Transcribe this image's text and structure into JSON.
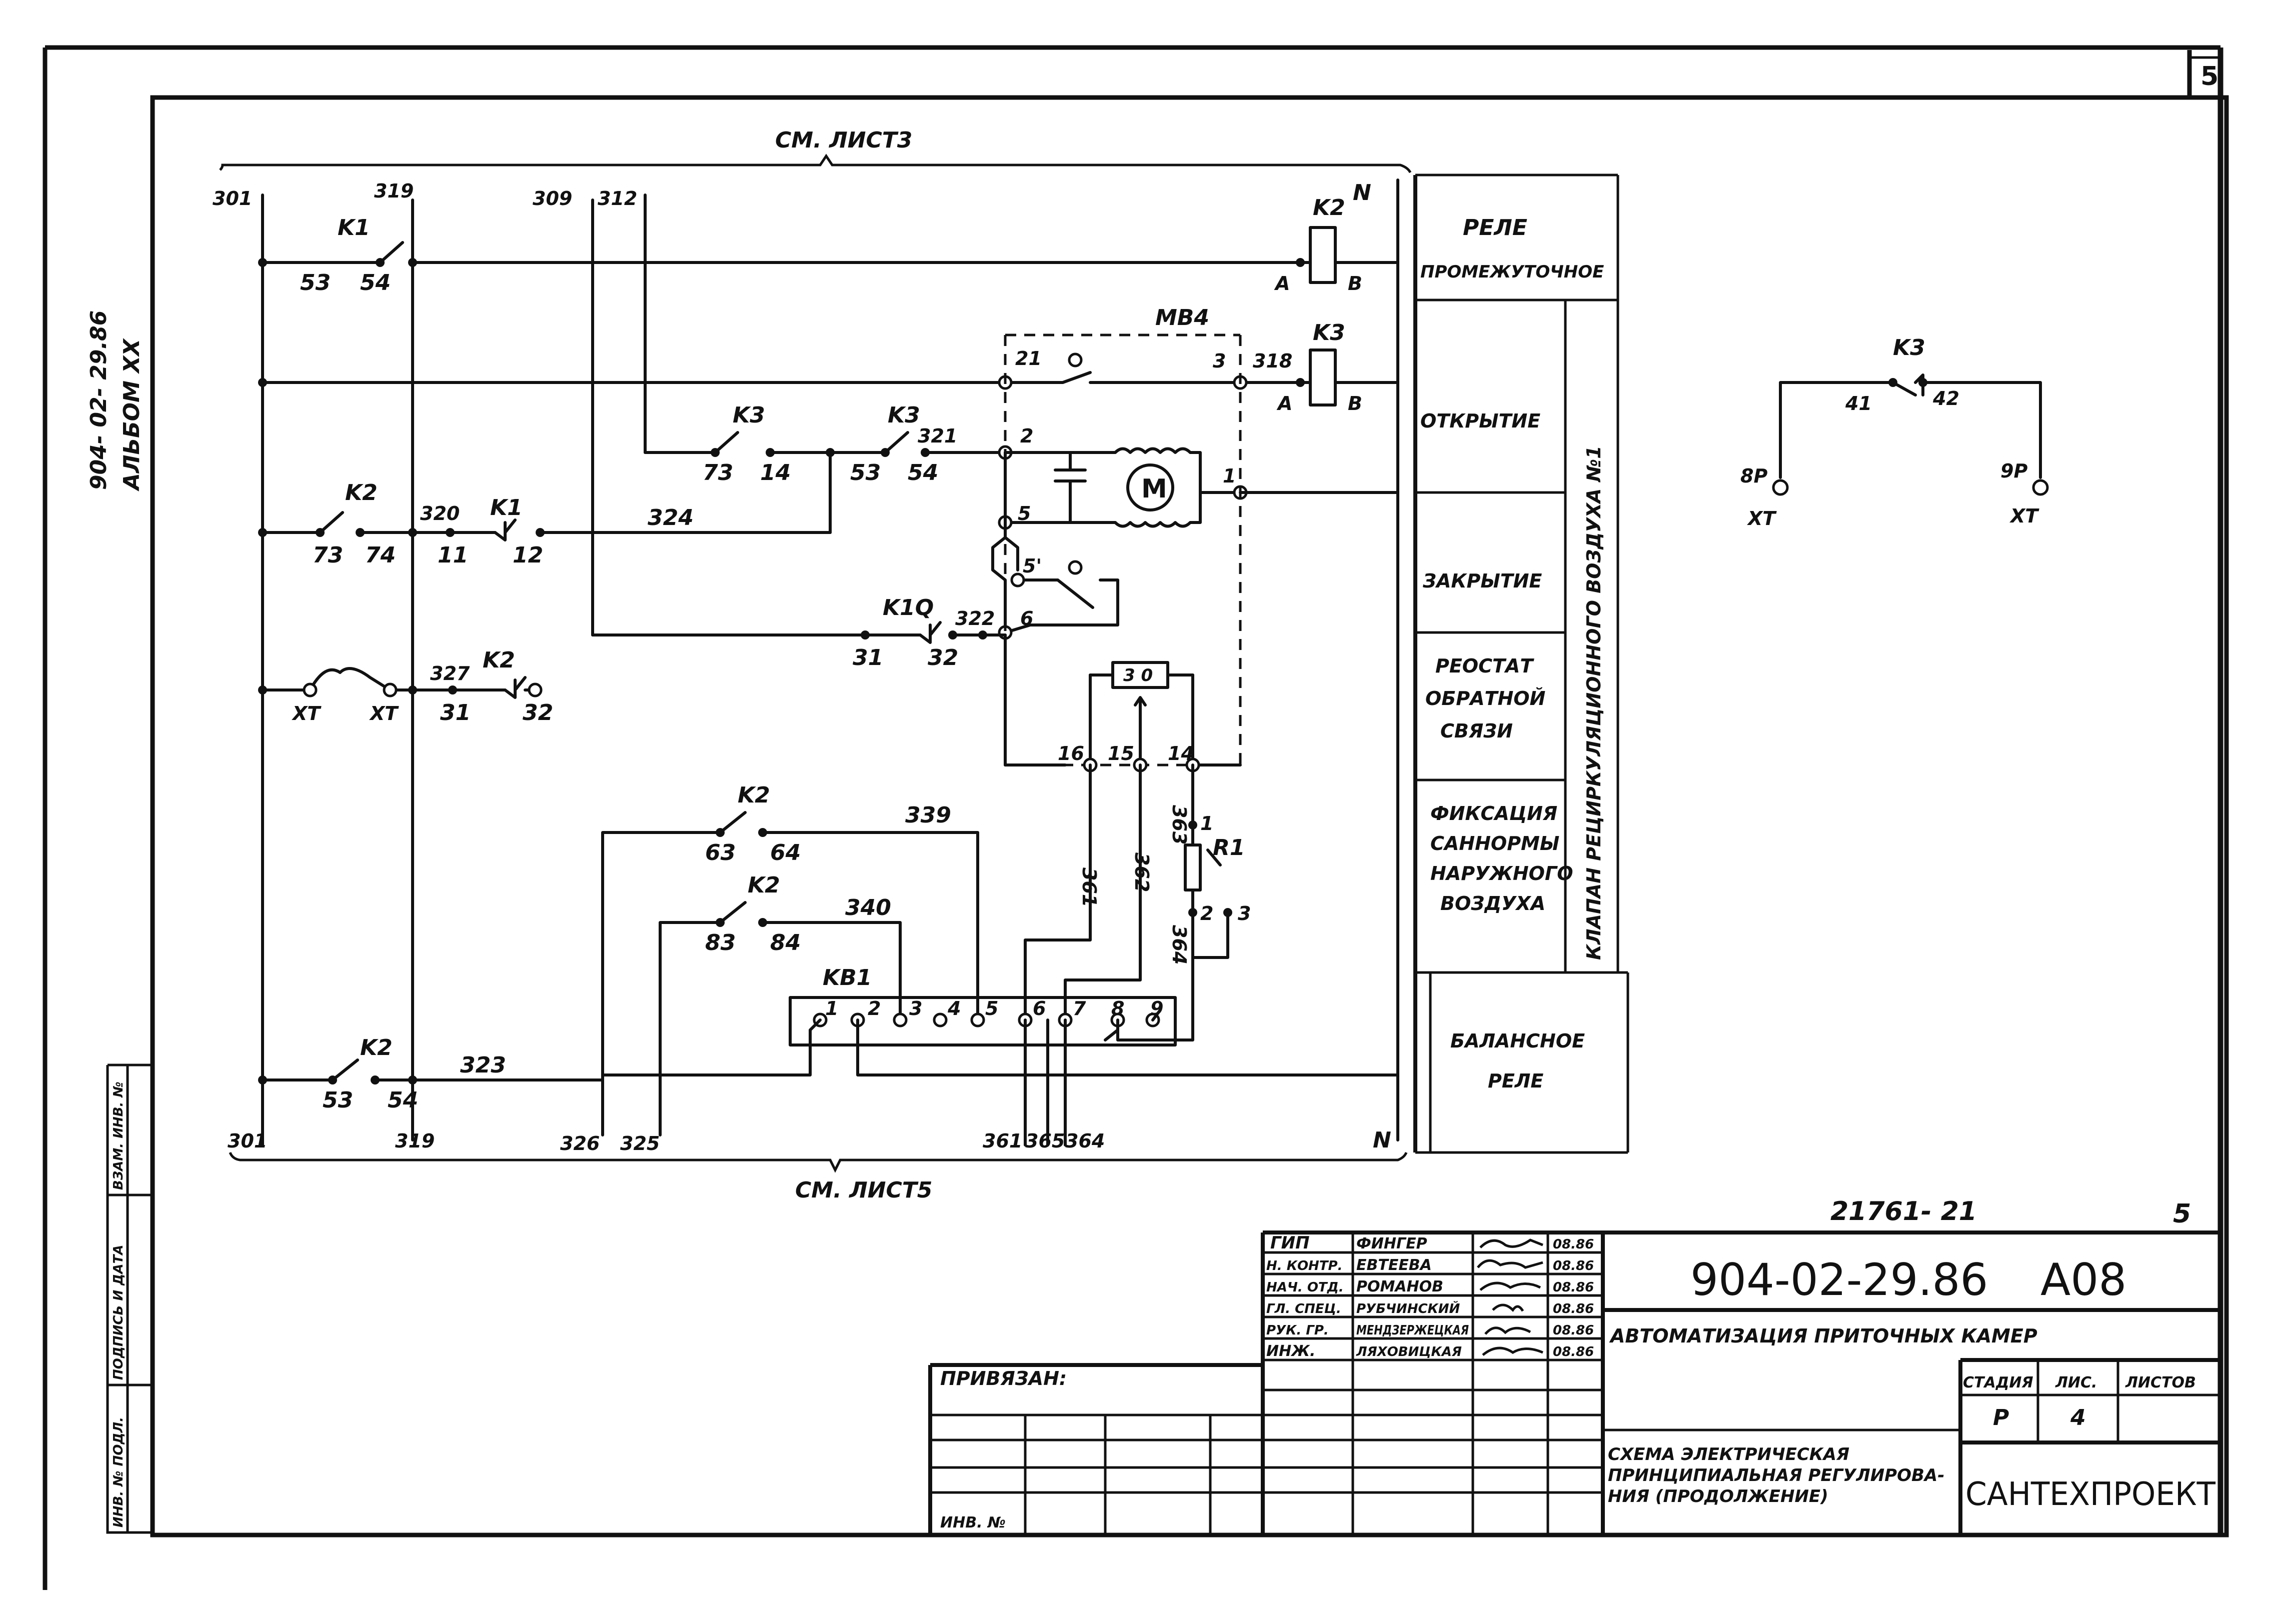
{
  "sheet": {
    "page_corner_number": "5",
    "album_code": "904- 02- 29.86",
    "album_name": "АЛЬБОМ XX",
    "see_top": "СМ. ЛИСТ3",
    "see_bottom": "СМ. ЛИСТ5",
    "inventory_note": "21761- 21",
    "inventory_sheet": "5"
  },
  "legend": {
    "relay_intermediate_1": "РЕЛЕ",
    "relay_intermediate_2": "ПРОМЕЖУТОЧНОЕ",
    "opening": "ОТКРЫТИЕ",
    "closing": "ЗАКРЫТИЕ",
    "rheostat_1": "РЕОСТАТ",
    "rheostat_2": "ОБРАТНОЙ",
    "rheostat_3": "СВЯЗИ",
    "fix_1": "ФИКСАЦИЯ",
    "fix_2": "САННОРМЫ",
    "fix_3": "НАРУЖНОГО",
    "fix_4": "ВОЗДУХА",
    "balance_1": "БАЛАНСНОЕ",
    "balance_2": "РЕЛЕ",
    "valve_group": "КЛАПАН РЕЦИРКУЛЯЦИОННОГО ВОЗДУХА №1"
  },
  "diagram": {
    "nodes": {
      "n301": "301",
      "n319": "319",
      "n309": "309",
      "n312": "312",
      "nN": "N",
      "n53": "53",
      "n54": "54",
      "n73": "73",
      "n74": "74",
      "n320": "320",
      "n11": "11",
      "n12": "12",
      "n324": "324",
      "n14": "14",
      "n321": "321",
      "n31": "31",
      "n32": "32",
      "n322": "322",
      "n327": "327",
      "n318": "318",
      "n2": "2",
      "n21": "21",
      "n3": "3",
      "n1": "1",
      "n5": "5",
      "n5p": "5'",
      "n6": "6",
      "n16": "16",
      "n15": "15",
      "n14b": "14",
      "n361": "361",
      "n362": "362",
      "n363": "363",
      "n364": "364",
      "r1p1": "1",
      "r1p2": "2",
      "r1p3": "3",
      "n63": "63",
      "n64": "64",
      "n339": "339",
      "n83": "83",
      "n84": "84",
      "n340": "340",
      "n323": "323",
      "n326": "326",
      "n325": "325",
      "n365": "365",
      "A": "A",
      "B": "B",
      "xt": "XT",
      "n41": "41",
      "n42": "42",
      "n8p": "8P",
      "n9p": "9P",
      "kb1_1": "1",
      "kb1_2": "2",
      "kb1_3": "3",
      "kb1_4": "4",
      "kb1_5": "5",
      "kb1_6": "6",
      "kb1_7": "7",
      "kb1_8": "8",
      "kb1_9": "9",
      "rh_label": "3 0"
    },
    "components": {
      "K1": "K1",
      "K2": "K2",
      "K3": "K3",
      "K1Q": "K1Q",
      "MB4": "MB4",
      "KB1": "KB1",
      "R1": "R1",
      "M": "M"
    }
  },
  "title_block": {
    "roles": [
      "ГИП",
      "Н. КОНТР.",
      "НАЧ. ОТД.",
      "ГЛ. СПЕЦ.",
      "РУК. ГР.",
      "ИНЖ."
    ],
    "names": [
      "ФИНГЕР",
      "ЕВТЕЕВА",
      "РОМАНОВ",
      "РУБЧИНСКИЙ",
      "МЕНДЗЕРЖЕЦКАЯ",
      "ЛЯХОВИЦКАЯ"
    ],
    "dates": [
      "08.86",
      "08.86",
      "08.86",
      "08.86",
      "08.86",
      "08.86"
    ],
    "doc_code": "904-02-29.86",
    "mark": "А08",
    "project": "АВТОМАТИЗАЦИЯ   ПРИТОЧНЫХ   КАМЕР",
    "stage_label": "СТАДИЯ",
    "sheet_label": "ЛИС.",
    "sheets_label": "ЛИСТОВ",
    "stage": "Р",
    "sheet": "4",
    "sheets": "",
    "drawing_title_1": "СХЕМА ЭЛЕКТРИЧЕСКАЯ",
    "drawing_title_2": "ПРИНЦИПИАЛЬНАЯ РЕГУЛИРОВА-",
    "drawing_title_3": "НИЯ (ПРОДОЛЖЕНИЕ)",
    "organization": "САНТЕХПРОЕКТ",
    "bound_label": "ПРИВЯЗАН:",
    "inv_label": "ИНВ. №"
  },
  "side_stamp": {
    "c1": "ИНВ. № ПОДЛ.",
    "c2": "ПОДПИСЬ И ДАТА",
    "c3": "ВЗАМ. ИНВ. №"
  }
}
